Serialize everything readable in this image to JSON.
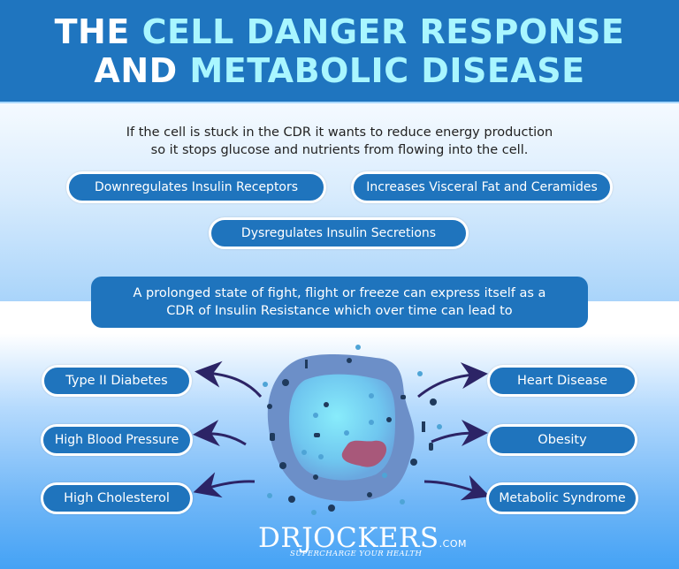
{
  "header": {
    "title_line1_white": "THE",
    "title_line1_accent": "CELL DANGER RESPONSE",
    "title_line2_white": "AND",
    "title_line2_accent": "METABOLIC DISEASE"
  },
  "intro": {
    "line1": "If the cell is stuck in the CDR it wants to reduce energy production",
    "line2": "so it stops glucose and nutrients from flowing into the cell."
  },
  "effects": [
    {
      "label": "Downregulates Insulin Receptors"
    },
    {
      "label": "Increases Visceral Fat and Ceramides"
    },
    {
      "label": "Dysregulates Insulin Secretions"
    }
  ],
  "note": {
    "line1": "A prolonged state of fight, flight or freeze can express itself as a",
    "line2": "CDR of Insulin Resistance which over time can lead to"
  },
  "outcomes_left": [
    {
      "label": "Type II Diabetes"
    },
    {
      "label": "High Blood Pressure"
    },
    {
      "label": "High Cholesterol"
    }
  ],
  "outcomes_right": [
    {
      "label": "Heart Disease"
    },
    {
      "label": "Obesity"
    },
    {
      "label": "Metabolic Syndrome"
    }
  ],
  "logo": {
    "brand_dr": "DR",
    "brand_name": "JOCKERS",
    "brand_suffix": ".COM",
    "tagline": "SUPERCHARGE YOUR HEALTH"
  },
  "colors": {
    "header_bg": "#1f75bf",
    "title_accent": "#a9f6ff",
    "pill_bg": "#1f74bd",
    "arrow": "#2c2466",
    "nucleus": "#a8587a",
    "cell_membrane": "#6c8fc8",
    "cell_cytoplasm": "#7fdcf5"
  }
}
